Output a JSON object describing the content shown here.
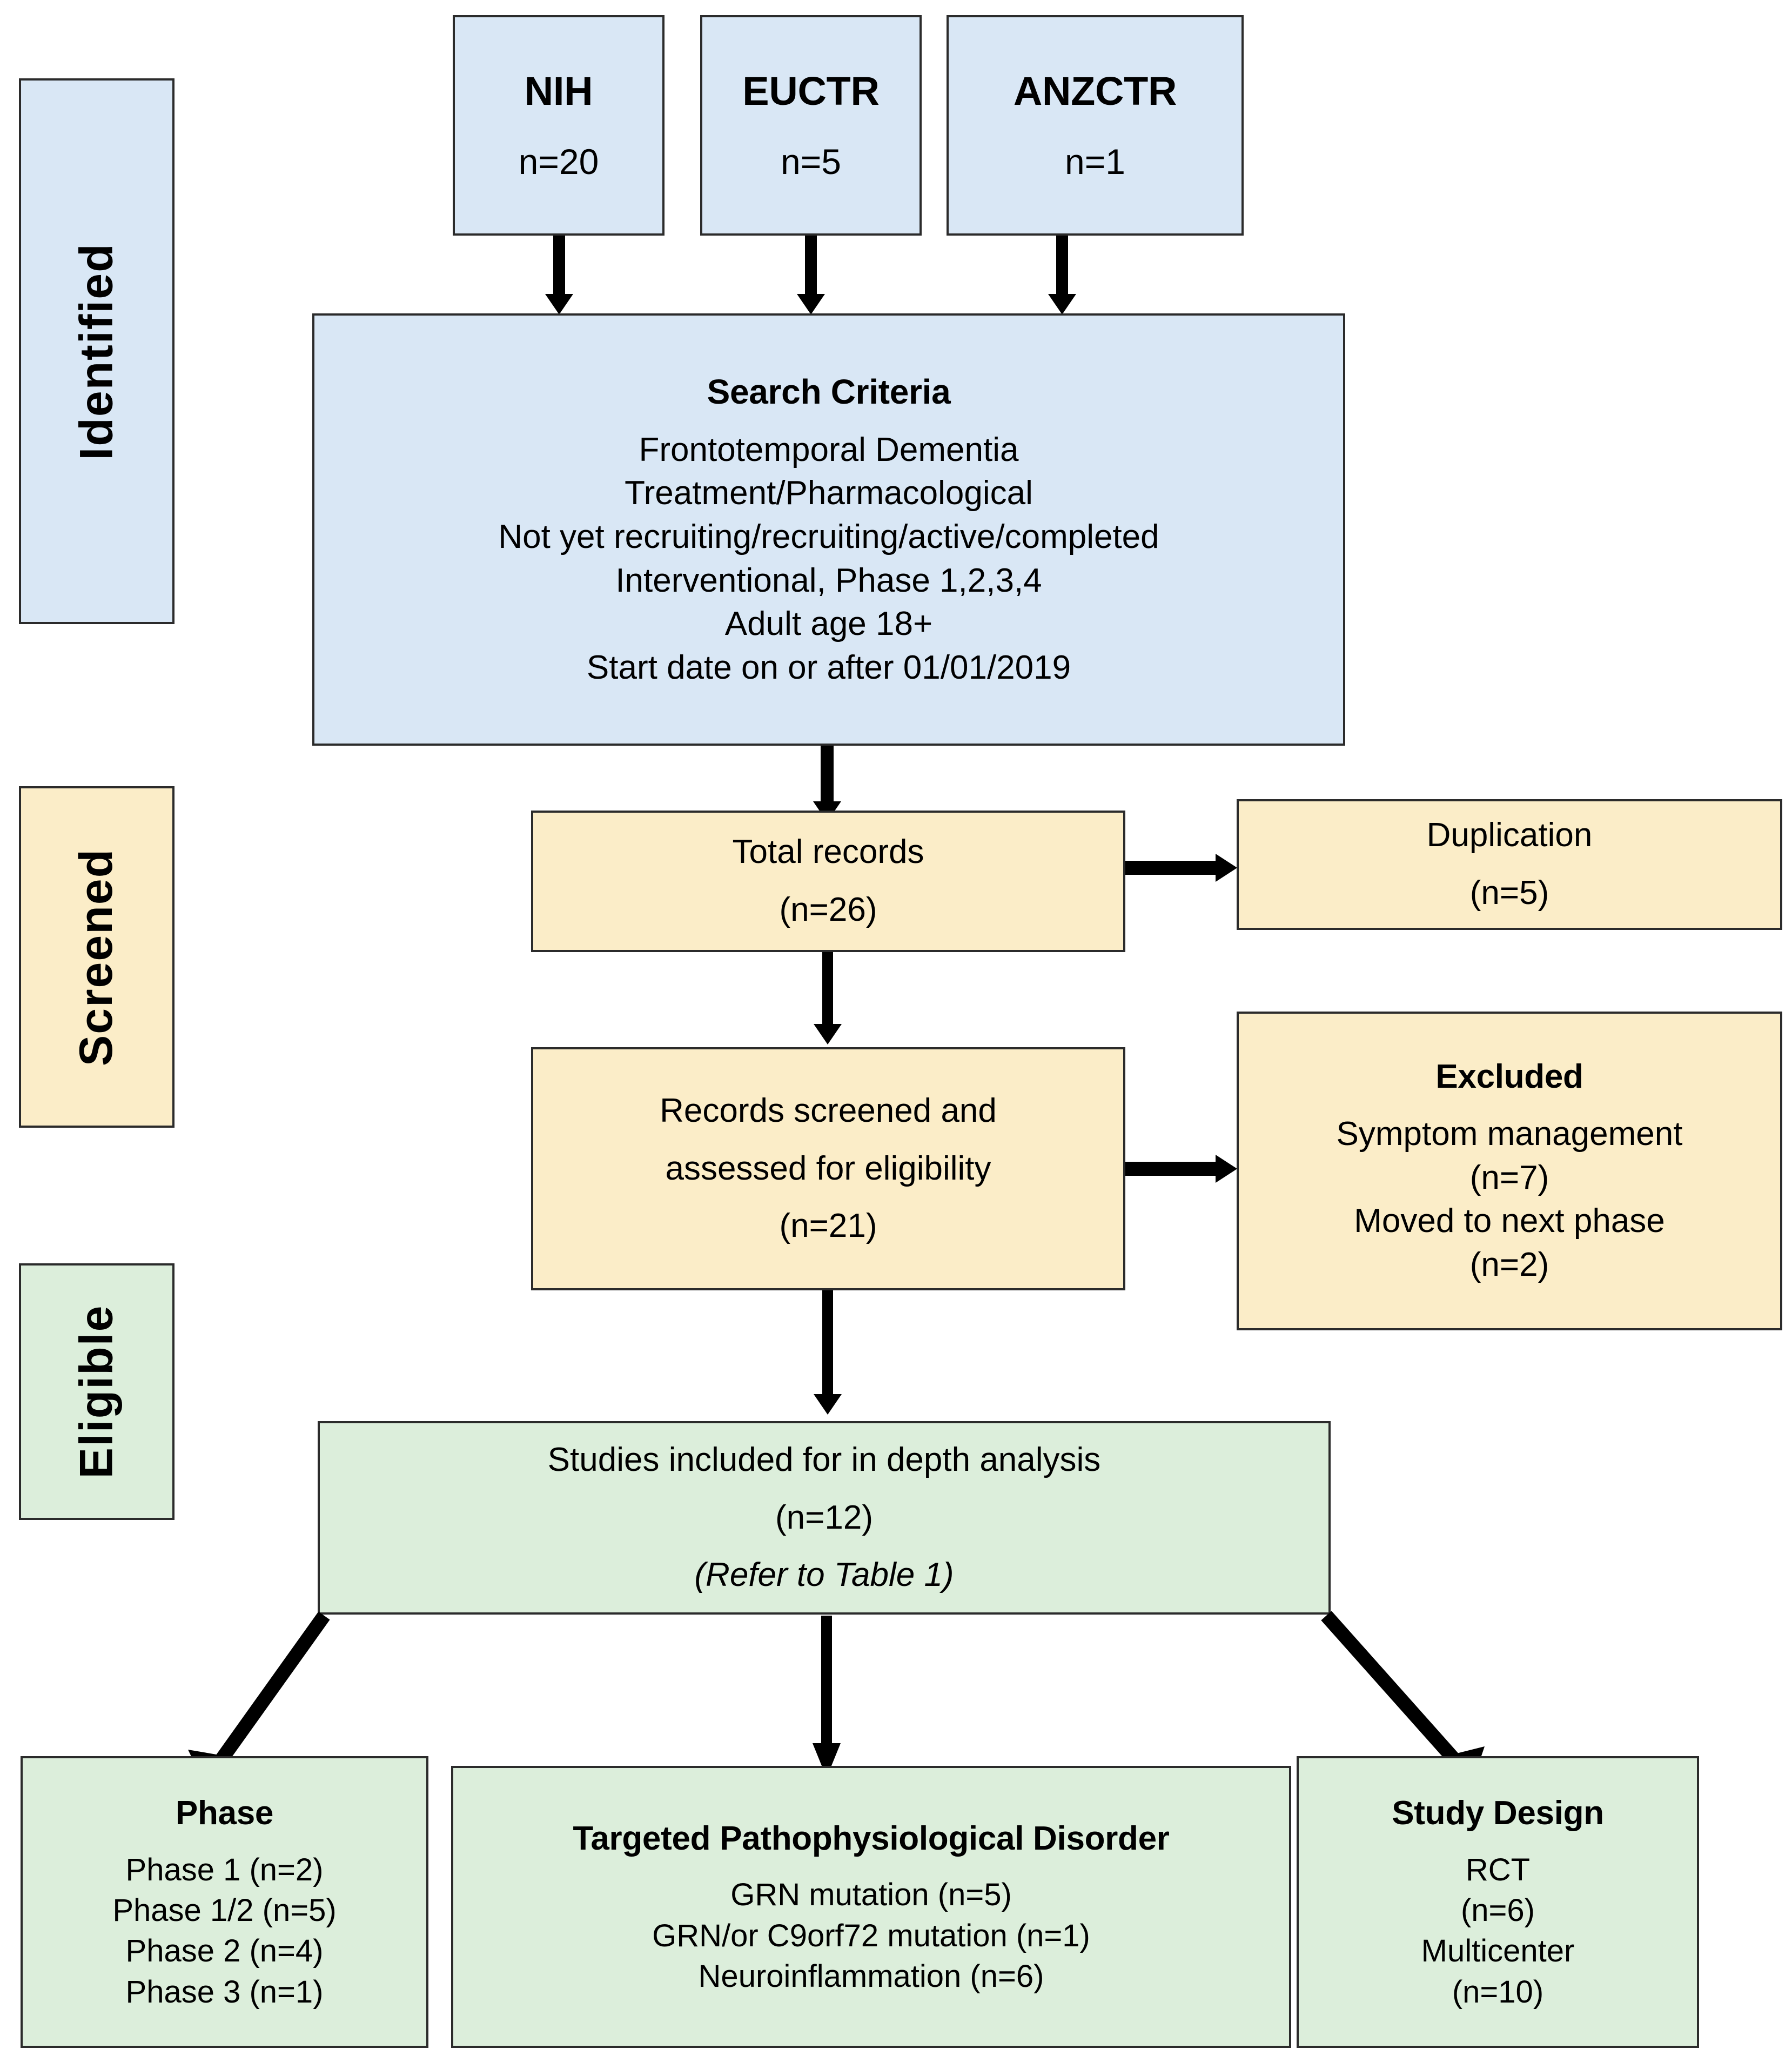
{
  "colors": {
    "identified_fill": "#d9e7f5",
    "screened_fill": "#fbedc8",
    "eligible_fill": "#dceedb",
    "border": "#2b2b2b",
    "connector": "#000000"
  },
  "stages": [
    {
      "label": "Identified"
    },
    {
      "label": "Screened"
    },
    {
      "label": "Eligible"
    }
  ],
  "sources": [
    {
      "title": "NIH",
      "count": "n=20"
    },
    {
      "title": "EUCTR",
      "count": "n=5"
    },
    {
      "title": "ANZCTR",
      "count": "n=1"
    }
  ],
  "search_criteria": {
    "title": "Search Criteria",
    "lines": [
      "Frontotemporal Dementia",
      "Treatment/Pharmacological",
      "Not yet recruiting/recruiting/active/completed",
      "Interventional, Phase 1,2,3,4",
      "Adult age 18+",
      "Start date on or after 01/01/2019"
    ]
  },
  "total_records": {
    "line1": "Total records",
    "line2": "(n=26)"
  },
  "duplication": {
    "line1": "Duplication",
    "line2": "(n=5)"
  },
  "records_screened": {
    "line1": "Records screened and",
    "line2": "assessed for eligibility",
    "line3": "(n=21)"
  },
  "excluded": {
    "title": "Excluded",
    "line1": "Symptom management",
    "line2": "(n=7)",
    "line3": "Moved to next phase",
    "line4": "(n=2)"
  },
  "studies_included": {
    "line1": "Studies included for in depth analysis",
    "line2": "(n=12)",
    "line3": "(Refer to Table 1)"
  },
  "breakdown": {
    "phase": {
      "title": "Phase",
      "items": [
        "Phase 1 (n=2)",
        "Phase 1/2 (n=5)",
        "Phase 2 (n=4)",
        "Phase 3 (n=1)"
      ]
    },
    "disorder": {
      "title": "Targeted Pathophysiological Disorder",
      "items": [
        "GRN mutation (n=5)",
        "GRN/or C9orf72 mutation (n=1)",
        "Neuroinflammation (n=6)"
      ]
    },
    "design": {
      "title": "Study Design",
      "items": [
        "RCT",
        "(n=6)",
        "Multicenter",
        "(n=10)"
      ]
    }
  }
}
